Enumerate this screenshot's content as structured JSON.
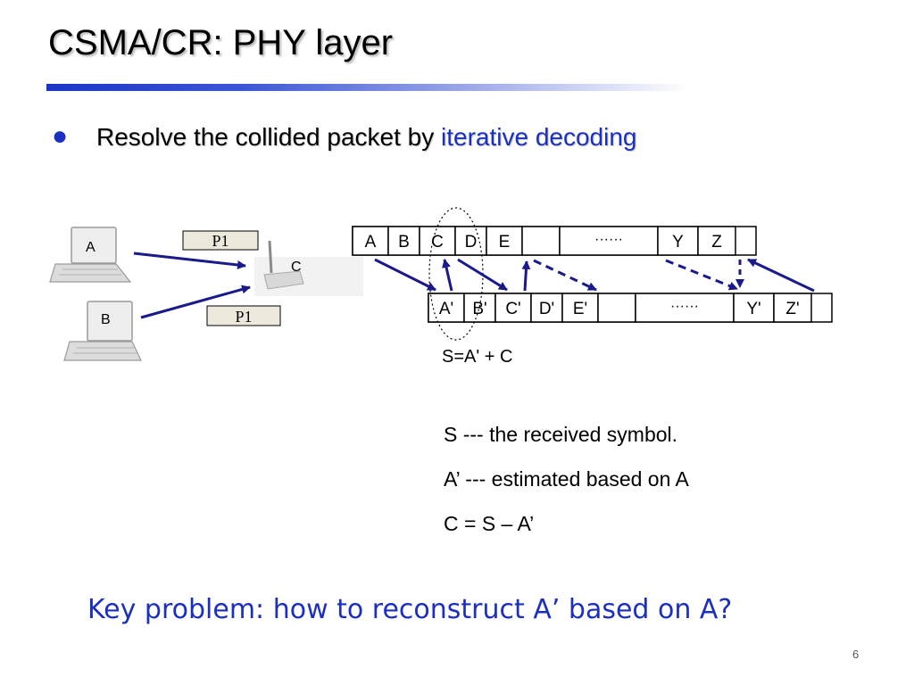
{
  "title": "CSMA/CR: PHY layer",
  "bullet": {
    "text": "Resolve the collided packet by ",
    "highlight": "iterative decoding"
  },
  "diagram": {
    "node_a": "A",
    "node_b": "B",
    "node_c": "C",
    "packet_label_a": "P1",
    "packet_label_b": "P1",
    "row1": [
      "A",
      "B",
      "C",
      "D",
      "E",
      "",
      "······",
      "Y",
      "Z"
    ],
    "row2": [
      "A'",
      "B'",
      "C'",
      "D'",
      "E'",
      "",
      "······",
      "Y'",
      "Z'"
    ],
    "formula": "S=A' + C"
  },
  "notes": [
    "S --- the received symbol.",
    "A’ --- estimated based on A",
    "C = S – A’"
  ],
  "key_problem": "Key problem: how to reconstruct  A’ based on A?",
  "page_number": "6",
  "colors": {
    "accent": "#1b2fc0",
    "arrow": "#1a1a8c"
  }
}
